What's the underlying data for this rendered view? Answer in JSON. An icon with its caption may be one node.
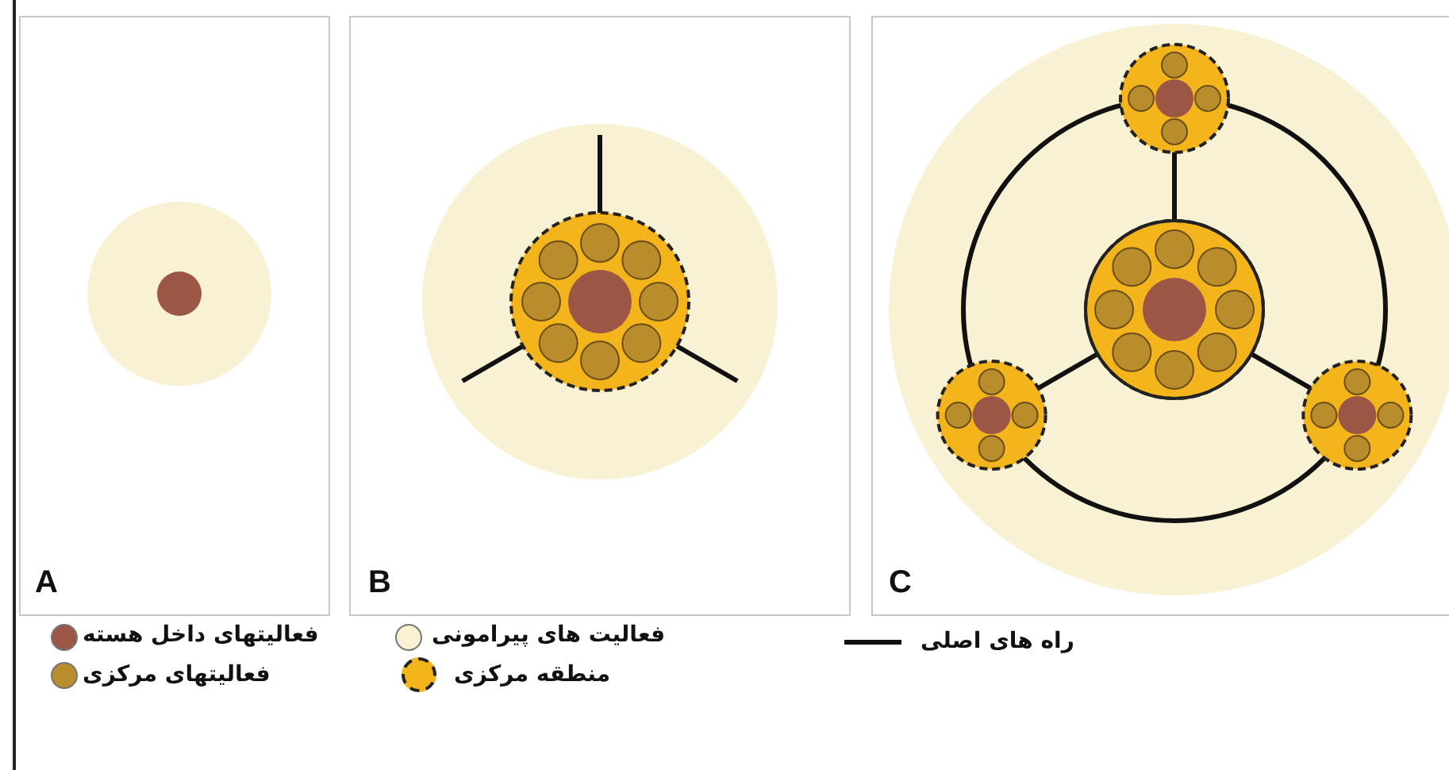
{
  "diagram": {
    "labels": [
      "A",
      "B",
      "C"
    ],
    "legend": [
      {
        "text": "راه های اصلی"
      },
      {
        "text": "فعالیت های پیرامونی",
        "color": "#f8f1d4"
      },
      {
        "text": "فعالیتهای داخل هسته",
        "color": "#9c5646"
      },
      {
        "text": "منطقه مرکزی",
        "color": "#f4b41c"
      },
      {
        "text": "فعالیتهای مرکزی",
        "color": "#b98c2c"
      }
    ]
  }
}
